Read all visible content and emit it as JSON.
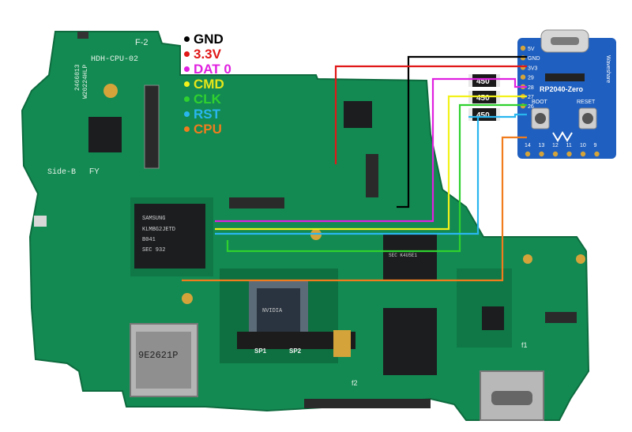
{
  "colors": {
    "pcb": "#138a52",
    "pcb_dark": "#0d6b3e",
    "chip": "#1b1d1f",
    "gold": "#d4a43a",
    "module_blue": "#1f5fbf",
    "gnd": "#000000",
    "v33": "#e01818",
    "dat0": "#e020e0",
    "cmd": "#f2f21a",
    "clk": "#2fd12f",
    "rst": "#29b6ef",
    "cpu": "#f07c1e"
  },
  "legend": [
    {
      "label": "GND",
      "color": "#000000"
    },
    {
      "label": "3.3V",
      "color": "#e01818"
    },
    {
      "label": "DAT 0",
      "color": "#e020e0"
    },
    {
      "label": "CMD",
      "color": "#f2f21a"
    },
    {
      "label": "CLK",
      "color": "#2fd12f"
    },
    {
      "label": "RST",
      "color": "#29b6ef"
    },
    {
      "label": "CPU",
      "color": "#f07c1e"
    }
  ],
  "board": {
    "name": "HDH-CPU-02",
    "rev": "F-2",
    "code1": "2466013",
    "code2": "W20224HLP",
    "side": "Side-B",
    "fy": "FY",
    "cardslot": "9E2621P",
    "sp1": "SP1",
    "sp2": "SP2",
    "f1": "f1",
    "f2": "f2"
  },
  "chips": {
    "emmc": [
      "SAMSUNG",
      "KLMBG2JETD",
      "B041",
      "SEC 932"
    ],
    "ram": "SEC K4U5E1",
    "cpu": "NVIDIA"
  },
  "resistors": [
    "450",
    "450",
    "450"
  ],
  "module": {
    "name": "RP2040-Zero",
    "brand": "Waveshare",
    "pins_left": [
      "5V",
      "GND",
      "3V3",
      "29",
      "28",
      "27",
      "26"
    ],
    "pins_bottom": [
      "14",
      "13",
      "12",
      "11",
      "10",
      "9"
    ],
    "boot": "BOOT",
    "reset": "RESET"
  }
}
